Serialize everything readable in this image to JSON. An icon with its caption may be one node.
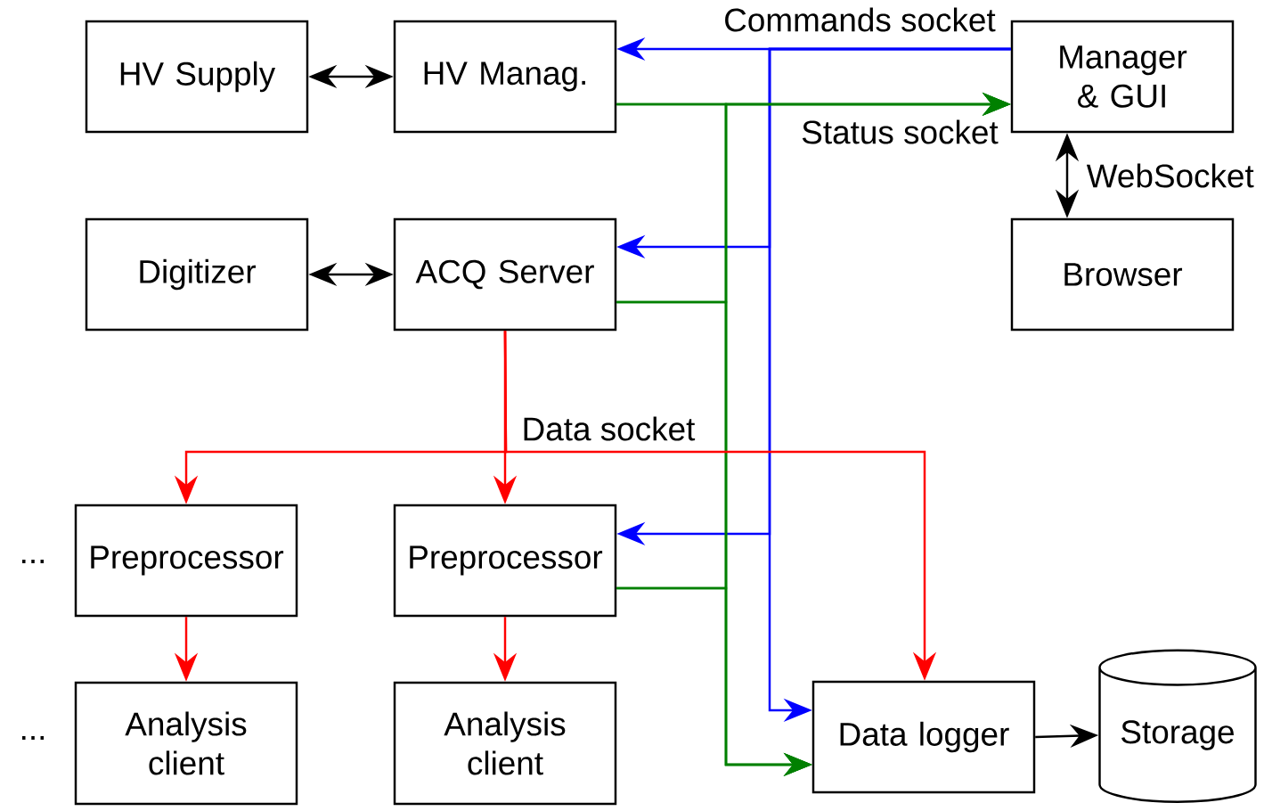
{
  "diagram": {
    "nodes": [
      {
        "text": [
          "HV Supply"
        ]
      },
      {
        "text": [
          "HV Manag."
        ]
      },
      {
        "text": [
          "Manager & GUI"
        ]
      },
      {
        "text": [
          "Digitizer"
        ]
      },
      {
        "text": [
          "ACQ Server"
        ]
      },
      {
        "text": [
          "Browser"
        ]
      },
      {
        "text": [
          "Preprocessor"
        ]
      },
      {
        "text": [
          "Preprocessor"
        ]
      },
      {
        "text": [
          "Analysis client"
        ]
      },
      {
        "text": [
          "Analysis client"
        ]
      },
      {
        "text": [
          "Data logger"
        ]
      },
      {
        "text": [
          "Storage"
        ]
      }
    ],
    "edges": [
      {
        "from": 0,
        "to": 1,
        "arrow": "both",
        "color": "#000000"
      },
      {
        "from": 3,
        "to": 4,
        "arrow": "both",
        "color": "#000000"
      },
      {
        "from": 2,
        "to": 5,
        "arrow": "both",
        "color": "#000000",
        "label": "WebSocket"
      },
      {
        "from": 2,
        "to": 1,
        "arrow": "to",
        "color": "#0000ff",
        "label": "Commands socket"
      },
      {
        "from": 2,
        "to": 4,
        "arrow": "to",
        "color": "#0000ff"
      },
      {
        "from": 2,
        "to": 7,
        "arrow": "to",
        "color": "#0000ff"
      },
      {
        "from": 2,
        "to": 10,
        "arrow": "to",
        "color": "#0000ff"
      },
      {
        "from": 1,
        "to": 2,
        "arrow": "to",
        "color": "#008000",
        "label": "Status socket"
      },
      {
        "from": 1,
        "to": 10,
        "arrow": "to",
        "color": "#008000"
      },
      {
        "from": 4,
        "to": 2,
        "arrow": "to",
        "color": "#008000"
      },
      {
        "from": 4,
        "to": 10,
        "arrow": "to",
        "color": "#008000"
      },
      {
        "from": 7,
        "to": 2,
        "arrow": "to",
        "color": "#008000"
      },
      {
        "from": 7,
        "to": 10,
        "arrow": "to",
        "color": "#008000"
      },
      {
        "from": 4,
        "to": 6,
        "arrow": "to",
        "color": "#ff0000"
      },
      {
        "from": 4,
        "to": 7,
        "arrow": "to",
        "color": "#ff0000",
        "label": "Data socket"
      },
      {
        "from": 4,
        "to": 10,
        "arrow": "to",
        "color": "#ff0000"
      },
      {
        "from": 6,
        "to": 8,
        "arrow": "to",
        "color": "#ff0000"
      },
      {
        "from": 7,
        "to": 9,
        "arrow": "to",
        "color": "#ff0000"
      },
      {
        "from": 10,
        "to": 11,
        "arrow": "to",
        "color": "#000000"
      }
    ],
    "labels": [
      "...",
      "..."
    ]
  }
}
